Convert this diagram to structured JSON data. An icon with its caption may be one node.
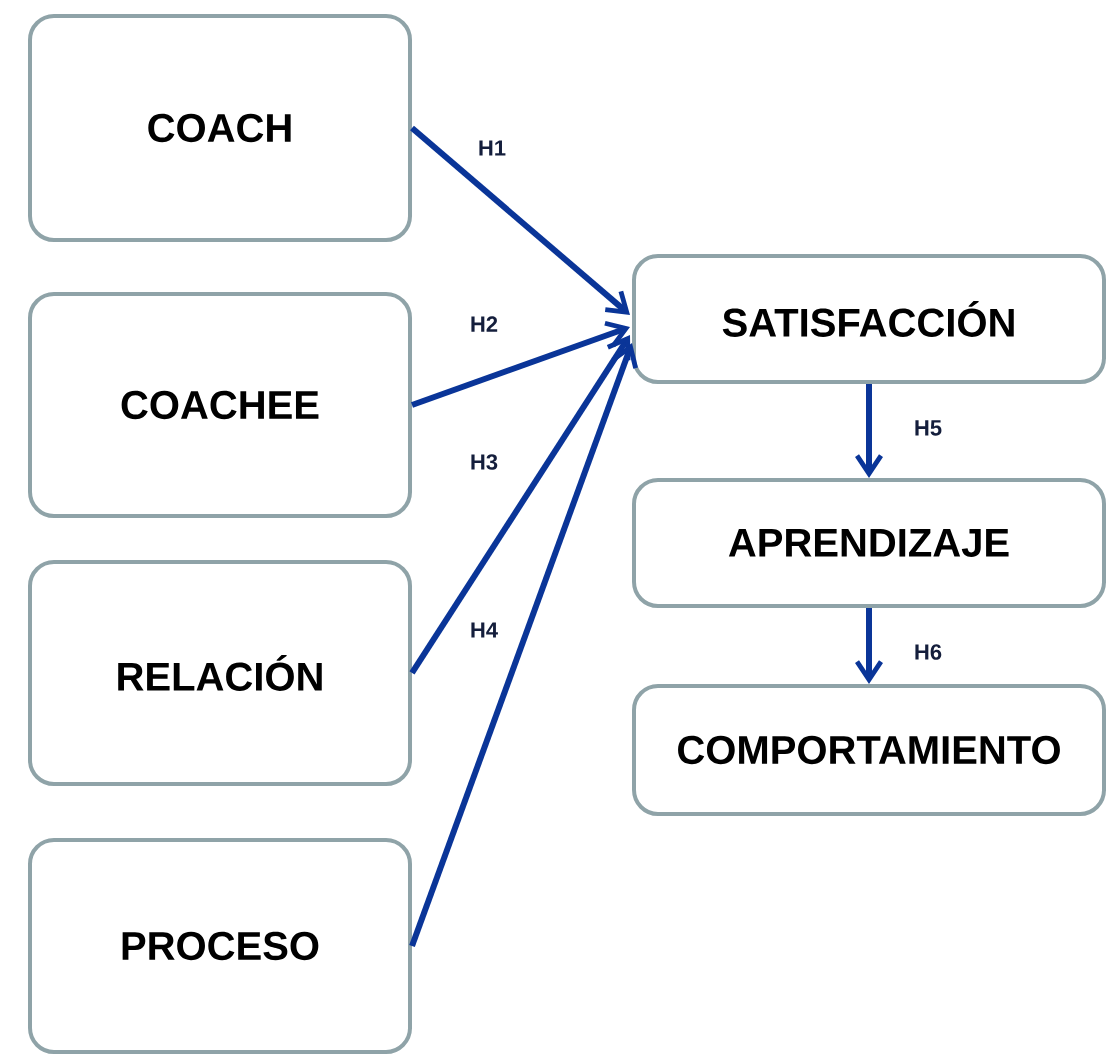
{
  "diagram": {
    "nodes": [
      {
        "text": [
          "COACH"
        ]
      },
      {
        "text": [
          "COACHEE"
        ]
      },
      {
        "text": [
          "RELACIÓN"
        ]
      },
      {
        "text": [
          "PROCESO"
        ]
      },
      {
        "text": [
          "SATISFACCIÓN"
        ]
      },
      {
        "text": [
          "APRENDIZAJE"
        ]
      },
      {
        "text": [
          "COMPORTAMIENTO"
        ]
      }
    ],
    "edges": [
      {
        "from": 0,
        "to": 4,
        "arrow": "to",
        "label": "H1"
      },
      {
        "from": 1,
        "to": 4,
        "arrow": "to",
        "label": "H2"
      },
      {
        "from": 2,
        "to": 4,
        "arrow": "to",
        "label": "H3"
      },
      {
        "from": 3,
        "to": 4,
        "arrow": "to",
        "label": "H4"
      },
      {
        "from": 4,
        "to": 5,
        "arrow": "to",
        "label": "H5"
      },
      {
        "from": 5,
        "to": 6,
        "arrow": "to",
        "label": "H6"
      }
    ]
  }
}
